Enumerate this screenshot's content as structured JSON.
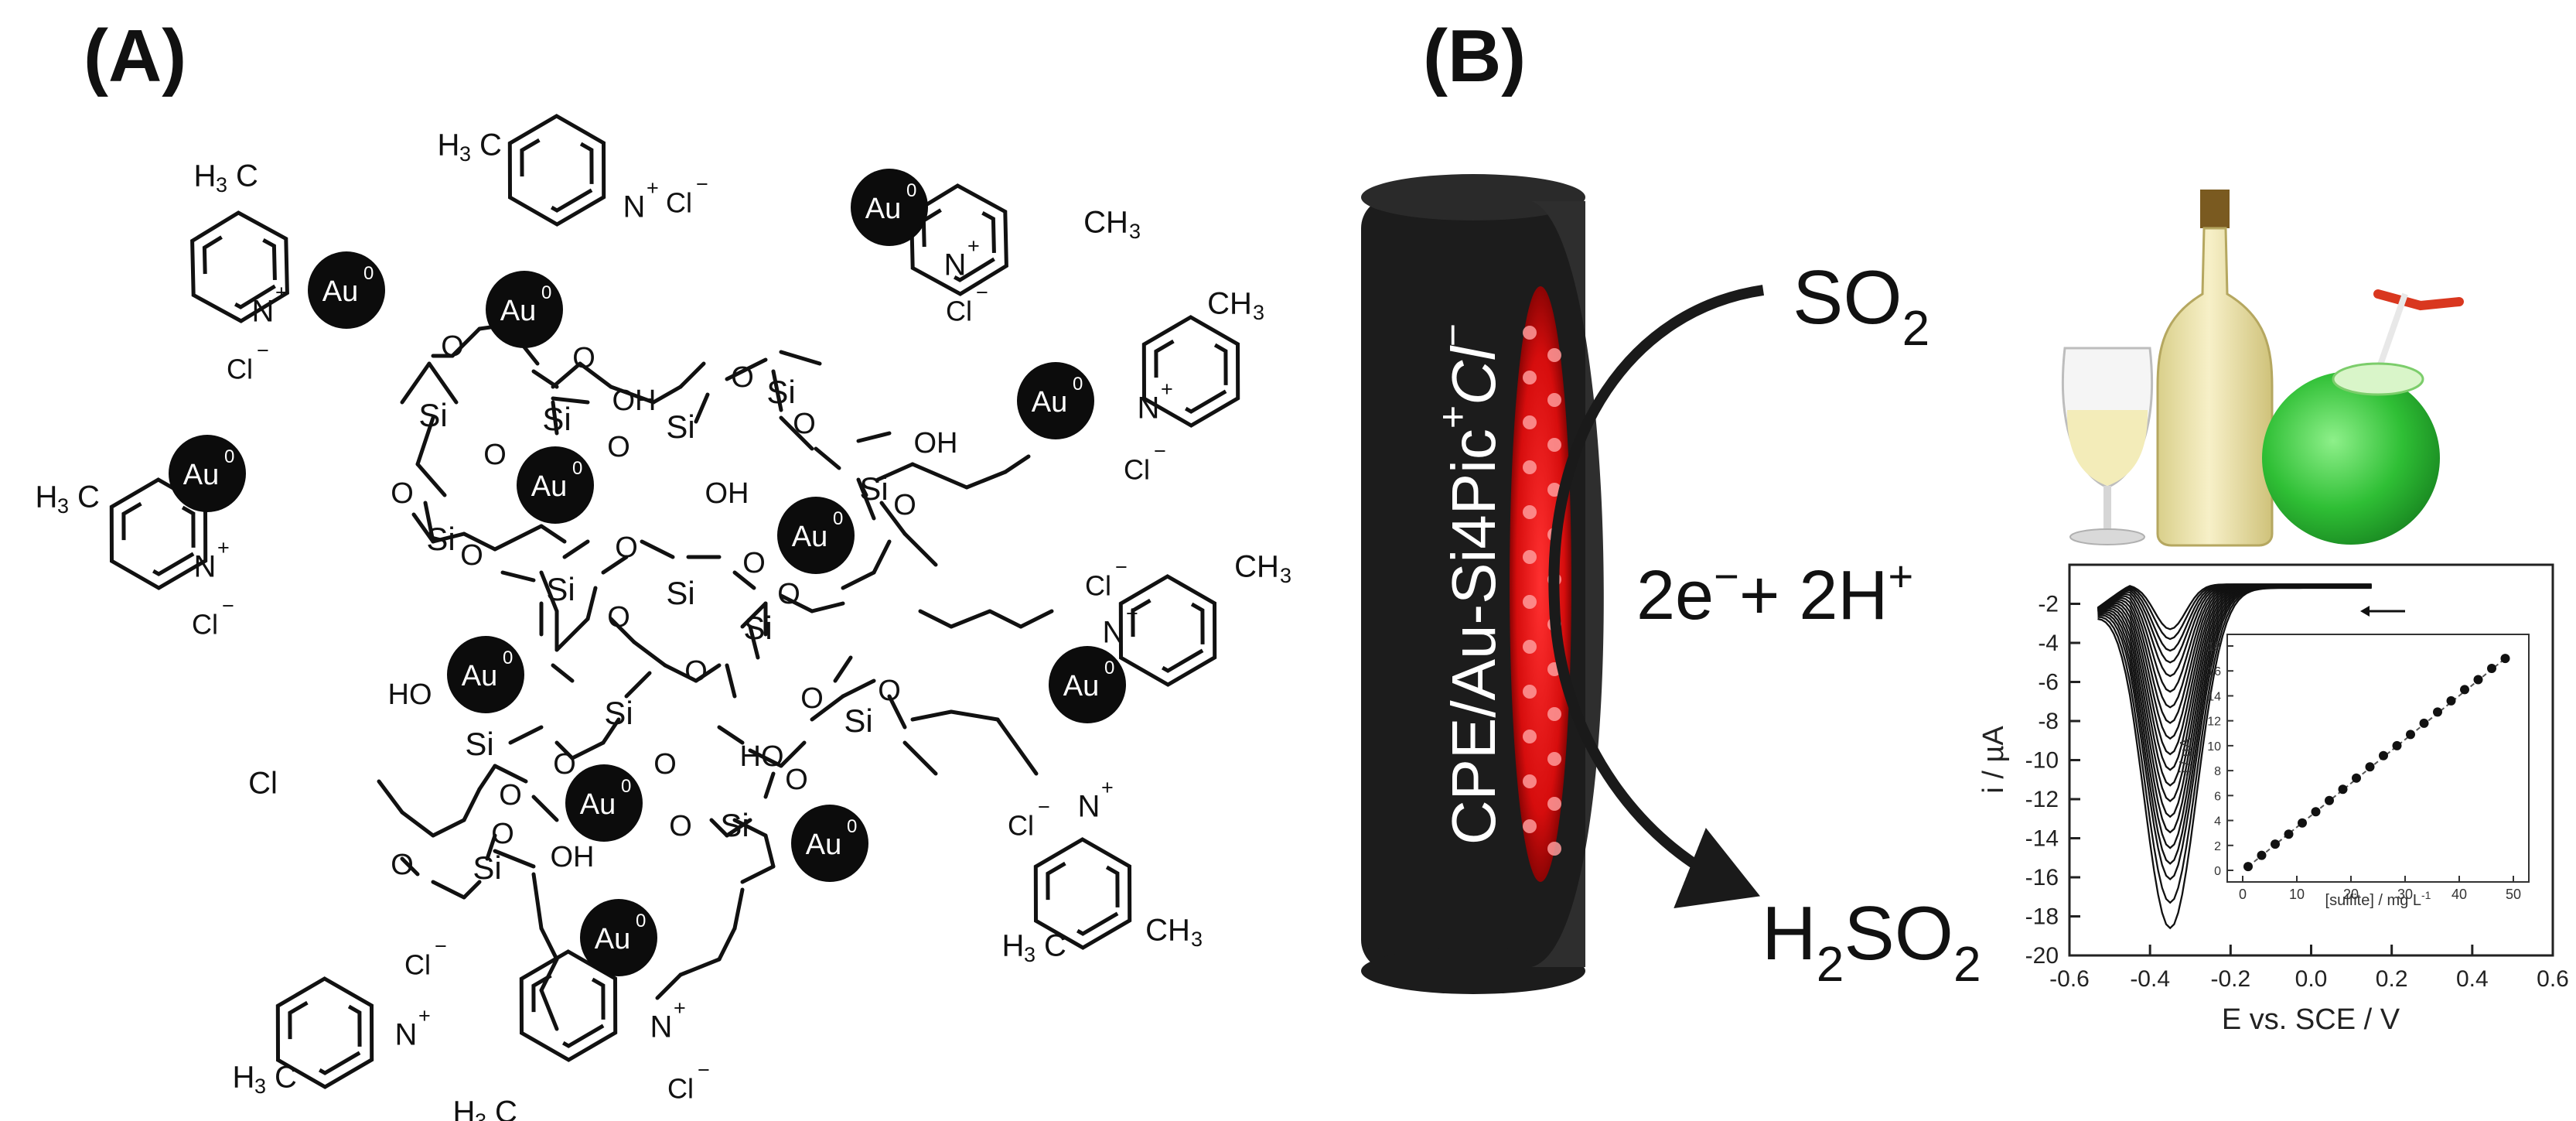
{
  "panel_a": {
    "label": "(A)",
    "au_label": "Au",
    "au_sup": "0",
    "atoms": {
      "si": "Si",
      "o": "O",
      "oh": "OH",
      "ho": "HO",
      "cl": "Cl",
      "n": "N",
      "h3c": "H",
      "c_h3": "CH",
      "three": "3",
      "plus": "+",
      "cl_minus": "Cl",
      "minus": "−"
    }
  },
  "panel_b": {
    "label": "(B)",
    "electrode_label": "CPE/Au-Si4Pic",
    "electrode_sup1": "+",
    "electrode_cl": "Cl",
    "electrode_sup2": "−",
    "so2": "SO",
    "so2_sub": "2",
    "electrons": "2e",
    "electrons_rest": "+ 2H",
    "plus": "+",
    "minus": "−",
    "h2so2_h": "H",
    "h2so2_sub1": "2",
    "h2so2_so": "SO",
    "h2so2_sub2": "2",
    "palette": {
      "red": "#e01010",
      "black": "#1a1a1a",
      "wine": "#f2ecc4",
      "coconut": "#35c43a"
    }
  },
  "chart_data": [
    {
      "type": "line",
      "xlabel": "E vs. SCE / V",
      "ylabel": "i / µA",
      "xlim": [
        -0.6,
        0.6
      ],
      "ylim": [
        -20,
        0
      ],
      "xticks": [
        "-0.6",
        "-0.4",
        "-0.2",
        "0.0",
        "0.2",
        "0.4",
        "0.6"
      ],
      "yticks": [
        "-2",
        "-4",
        "-6",
        "-8",
        "-10",
        "-12",
        "-14",
        "-16",
        "-18",
        "-20"
      ],
      "peak_x": -0.35,
      "peak_currents": [
        -3.3,
        -3.8,
        -4.4,
        -5.0,
        -5.7,
        -6.5,
        -7.3,
        -8.1,
        -8.9,
        -9.7,
        -10.5,
        -11.3,
        -12.1,
        -12.9,
        -13.7,
        -14.5,
        -15.3,
        -16.1,
        -17.3,
        -18.6
      ],
      "grid": false
    },
    {
      "type": "scatter",
      "xlabel": "[sulfite] / mg L",
      "xlabel_sup": "-1",
      "ylabel": "-i / µA",
      "xlim": [
        0,
        50
      ],
      "ylim": [
        0,
        18
      ],
      "xticks": [
        "0",
        "10",
        "20",
        "30",
        "40",
        "50"
      ],
      "yticks": [
        "0",
        "2",
        "4",
        "6",
        "8",
        "10",
        "12",
        "14",
        "16",
        "18"
      ],
      "x": [
        1,
        3.5,
        6,
        8.5,
        11,
        13.5,
        16,
        18.5,
        21,
        23.5,
        26,
        28.5,
        31,
        33.5,
        36,
        38.5,
        41,
        43.5,
        46,
        48.5
      ],
      "y": [
        0.3,
        1.2,
        2.1,
        2.9,
        3.8,
        4.7,
        5.6,
        6.5,
        7.4,
        8.3,
        9.2,
        10.0,
        10.9,
        11.8,
        12.7,
        13.6,
        14.5,
        15.3,
        16.2,
        17.0
      ],
      "grid": false
    }
  ]
}
